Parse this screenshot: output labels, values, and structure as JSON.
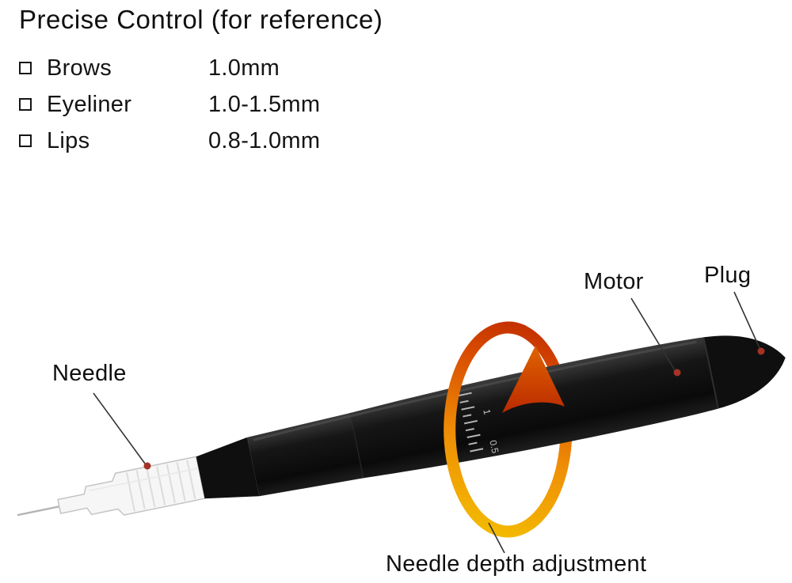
{
  "title": "Precise Control (for reference)",
  "specs": [
    {
      "label": "Brows",
      "value": "1.0mm"
    },
    {
      "label": "Eyeliner",
      "value": "1.0-1.5mm"
    },
    {
      "label": "Lips",
      "value": "0.8-1.0mm"
    }
  ],
  "labels": {
    "needle": "Needle",
    "motor": "Motor",
    "plug": "Plug",
    "depth_adjustment": "Needle depth adjustment"
  },
  "pen": {
    "scale_ticks": [
      "1",
      "0.5"
    ]
  },
  "icons": [
    "checkbox-icon",
    "rotation-arrow-icon"
  ],
  "colors": {
    "background": "#ffffff",
    "text": "#141414",
    "pen_body": "#151515",
    "cartridge": "#f6f6f6",
    "arrow_yellow": "#f4c400",
    "arrow_orange": "#ef8e06",
    "arrow_red": "#c22f00",
    "leader_dot_red": "#a63226",
    "scale_tick": "#b5b5b5"
  }
}
